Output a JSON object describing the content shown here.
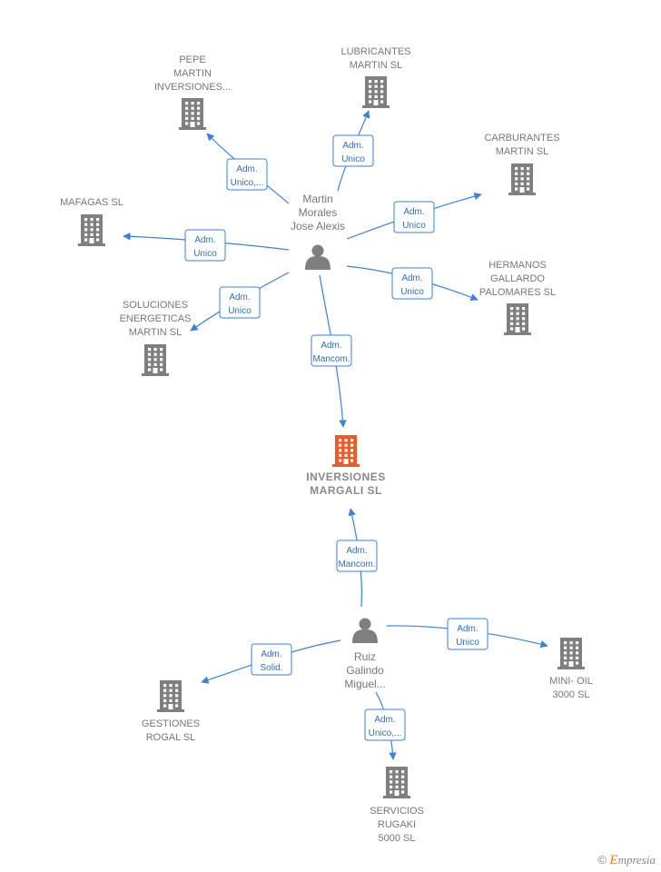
{
  "colors": {
    "company": "#7f7f7f",
    "company_main": "#f05a28",
    "person": "#7f7f7f",
    "edge": "#3b82d6"
  },
  "nodes": [
    {
      "id": "pepe",
      "type": "company",
      "label": [
        "PEPE",
        "MARTIN",
        "INVERSIONES..."
      ]
    },
    {
      "id": "lubricantes",
      "type": "company",
      "label": [
        "LUBRICANTES",
        "MARTIN SL"
      ]
    },
    {
      "id": "carburantes",
      "type": "company",
      "label": [
        "CARBURANTES",
        "MARTIN SL"
      ]
    },
    {
      "id": "mafagas",
      "type": "company",
      "label": [
        "MAFAGAS SL"
      ]
    },
    {
      "id": "hermanos",
      "type": "company",
      "label": [
        "HERMANOS",
        "GALLARDO",
        "PALOMARES SL"
      ]
    },
    {
      "id": "soluciones",
      "type": "company",
      "label": [
        "SOLUCIONES",
        "ENERGETICAS",
        "MARTIN  SL"
      ]
    },
    {
      "id": "martin",
      "type": "person",
      "label": [
        "Martin",
        "Morales",
        "Jose Alexis"
      ]
    },
    {
      "id": "inversiones",
      "type": "main",
      "label": [
        "INVERSIONES",
        "MARGALI  SL"
      ]
    },
    {
      "id": "ruiz",
      "type": "person",
      "label": [
        "Ruiz",
        "Galindo",
        "Miguel..."
      ]
    },
    {
      "id": "gestiones",
      "type": "company",
      "label": [
        "GESTIONES",
        "ROGAL  SL"
      ]
    },
    {
      "id": "minioil",
      "type": "company",
      "label": [
        "MINI- OIL",
        "3000 SL"
      ]
    },
    {
      "id": "servicios",
      "type": "company",
      "label": [
        "SERVICIOS",
        "RUGAKI",
        "5000  SL"
      ]
    }
  ],
  "edges": [
    {
      "id": "e-pepe",
      "from": "martin",
      "to": "pepe",
      "label": [
        "Adm.",
        "Unico,..."
      ]
    },
    {
      "id": "e-lubricantes",
      "from": "martin",
      "to": "lubricantes",
      "label": [
        "Adm.",
        "Unico"
      ]
    },
    {
      "id": "e-carburantes",
      "from": "martin",
      "to": "carburantes",
      "label": [
        "Adm.",
        "Unico"
      ]
    },
    {
      "id": "e-mafagas",
      "from": "martin",
      "to": "mafagas",
      "label": [
        "Adm.",
        "Unico"
      ]
    },
    {
      "id": "e-hermanos",
      "from": "martin",
      "to": "hermanos",
      "label": [
        "Adm.",
        "Unico"
      ]
    },
    {
      "id": "e-soluciones",
      "from": "martin",
      "to": "soluciones",
      "label": [
        "Adm.",
        "Unico"
      ]
    },
    {
      "id": "e-inversiones-1",
      "from": "martin",
      "to": "inversiones",
      "label": [
        "Adm.",
        "Mancom."
      ]
    },
    {
      "id": "e-inversiones-2",
      "from": "ruiz",
      "to": "inversiones",
      "label": [
        "Adm.",
        "Mancom."
      ]
    },
    {
      "id": "e-gestiones",
      "from": "ruiz",
      "to": "gestiones",
      "label": [
        "Adm.",
        "Solid."
      ]
    },
    {
      "id": "e-minioil",
      "from": "ruiz",
      "to": "minioil",
      "label": [
        "Adm.",
        "Unico"
      ]
    },
    {
      "id": "e-servicios",
      "from": "ruiz",
      "to": "servicios",
      "label": [
        "Adm.",
        "Unico,..."
      ]
    }
  ],
  "footer": {
    "copyright_symbol": "©",
    "brand_first": "E",
    "brand_rest": "mpresia"
  }
}
